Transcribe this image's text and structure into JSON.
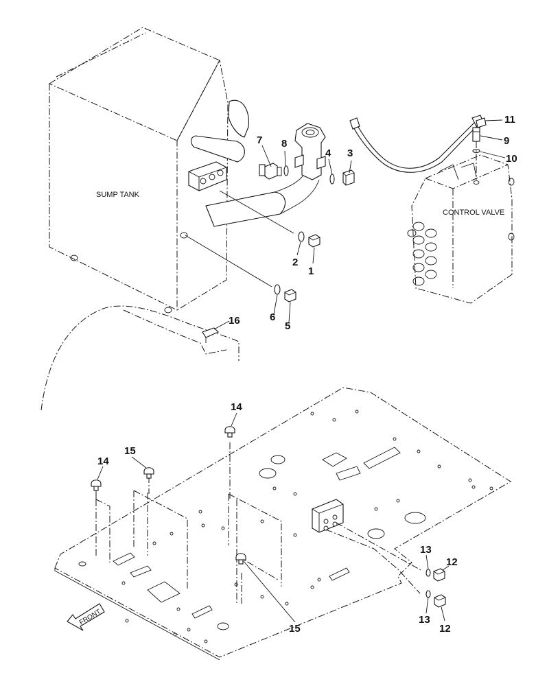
{
  "labels": {
    "sump_tank": "SUMP TANK",
    "control_valve": "CONTROL VALVE",
    "front": "FRONT"
  },
  "callouts": [
    {
      "id": "1",
      "text": "1"
    },
    {
      "id": "2",
      "text": "2"
    },
    {
      "id": "3",
      "text": "3"
    },
    {
      "id": "4",
      "text": "4"
    },
    {
      "id": "5",
      "text": "5"
    },
    {
      "id": "6",
      "text": "6"
    },
    {
      "id": "7",
      "text": "7"
    },
    {
      "id": "8",
      "text": "8"
    },
    {
      "id": "9",
      "text": "9"
    },
    {
      "id": "10",
      "text": "10"
    },
    {
      "id": "11",
      "text": "11"
    },
    {
      "id": "12a",
      "text": "12"
    },
    {
      "id": "12b",
      "text": "12"
    },
    {
      "id": "13a",
      "text": "13"
    },
    {
      "id": "13b",
      "text": "13"
    },
    {
      "id": "14a",
      "text": "14"
    },
    {
      "id": "14b",
      "text": "14"
    },
    {
      "id": "15a",
      "text": "15"
    },
    {
      "id": "15b",
      "text": "15"
    },
    {
      "id": "16",
      "text": "16"
    }
  ]
}
